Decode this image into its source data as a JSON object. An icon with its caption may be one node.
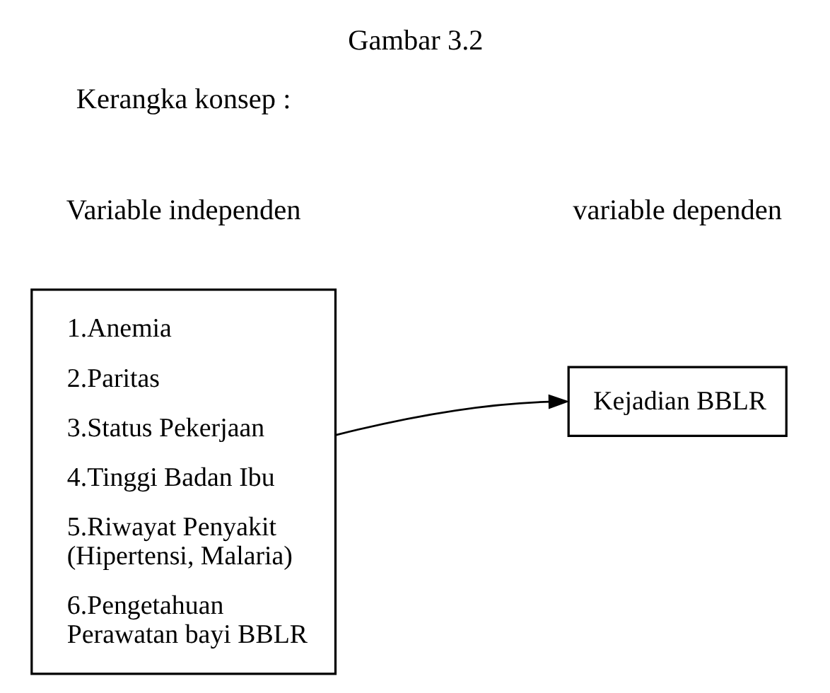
{
  "diagram": {
    "title": "Gambar 3.2",
    "nodes": [
      {
        "text": [
          "1.Anemia",
          "2.Paritas",
          "3.Status Pekerjaan",
          "4.Tinggi Badan Ibu",
          "5.Riwayat Penyakit (Hipertensi, Malaria)",
          "6.Pengetahuan Perawatan bayi BBLR"
        ]
      },
      {
        "text": [
          "Kejadian BBLR"
        ]
      }
    ],
    "edges": [
      {
        "from": 0,
        "to": 1,
        "arrow": "to"
      }
    ],
    "labels": [
      "Kerangka konsep :",
      "Variable independen",
      "variable dependen"
    ]
  }
}
